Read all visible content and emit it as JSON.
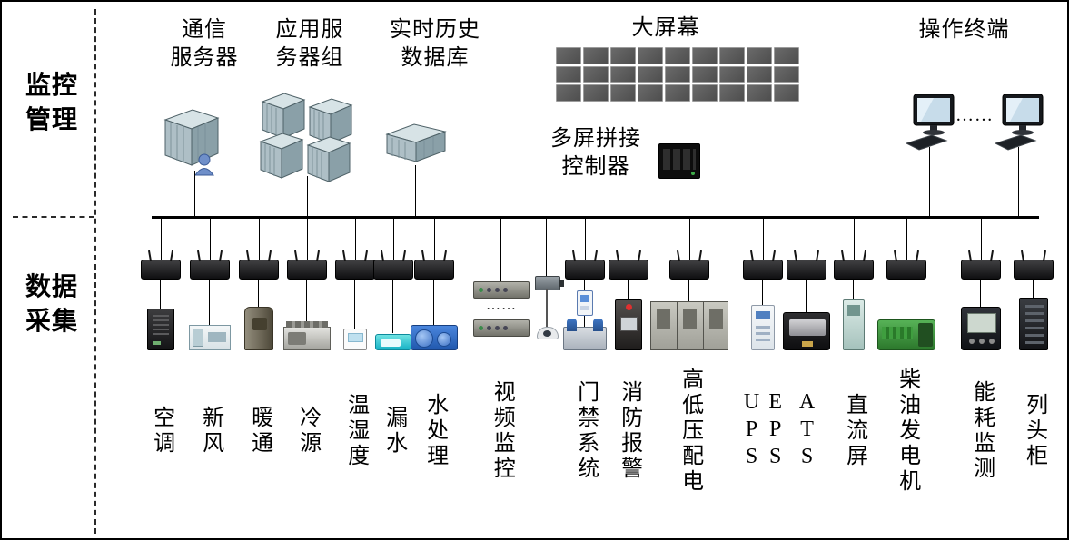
{
  "left_panel": {
    "top_label": "监控\n管理",
    "bottom_label": "数据\n采集"
  },
  "top_layer": {
    "comm_server": {
      "label": "通信\n服务器"
    },
    "app_server_group": {
      "label": "应用服\n务器组"
    },
    "realtime_db": {
      "label": "实时历史\n数据库"
    },
    "big_screen": {
      "label": "大屏幕",
      "wall": {
        "rows": 3,
        "cols": 9
      }
    },
    "splice_controller": {
      "label": "多屏拼接\n控制器"
    },
    "op_terminal": {
      "label": "操作终端",
      "ellipsis": "……"
    }
  },
  "video_dots": "……",
  "channels": [
    {
      "label": "空调",
      "device": "air-conditioner"
    },
    {
      "label": "新风",
      "device": "fresh-air-unit"
    },
    {
      "label": "暖通",
      "device": "hvac-boiler"
    },
    {
      "label": "冷源",
      "device": "chiller"
    },
    {
      "label": "温湿度",
      "device": "temp-humidity-panel"
    },
    {
      "label": "漏水",
      "device": "leak-detector"
    },
    {
      "label": "水处理",
      "device": "water-treatment-pump"
    },
    {
      "label": "视频监控",
      "device": "video-surveillance"
    },
    {
      "label": "门禁系统",
      "device": "access-control"
    },
    {
      "label": "消防报警",
      "device": "fire-alarm-cabinet"
    },
    {
      "label": "高低压配电",
      "device": "hv-lv-switchgear"
    },
    {
      "label": "UPS",
      "label2": "EPS",
      "device": "ups-eps-cabinet"
    },
    {
      "label": "ATS",
      "device": "ats-breaker"
    },
    {
      "label": "直流屏",
      "device": "dc-panel"
    },
    {
      "label": "柴油发电机",
      "device": "diesel-generator"
    },
    {
      "label": "能耗监测",
      "device": "energy-meter"
    },
    {
      "label": "列头柜",
      "device": "row-head-cabinet"
    }
  ]
}
